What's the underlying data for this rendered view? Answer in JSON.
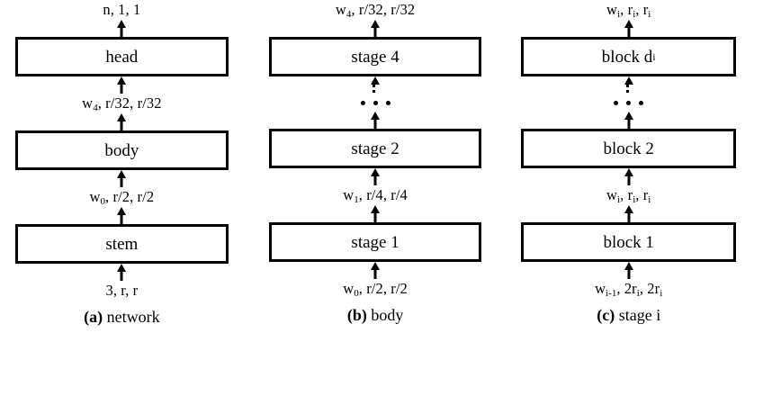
{
  "figure": {
    "background": "#ffffff",
    "stroke": "#000000",
    "columns": [
      {
        "id": "network",
        "caption_tag": "(a)",
        "caption_text": " network",
        "top_label": {
          "pre": "n, 1, 1",
          "sub": "",
          "post": ""
        },
        "rows": [
          {
            "kind": "box",
            "name": "head-box",
            "text": "head",
            "sub": "",
            "after": ""
          },
          {
            "kind": "label",
            "name": "label-body-out",
            "pre": "w",
            "sub": "4",
            "post": ", r/32, r/32"
          },
          {
            "kind": "box",
            "name": "body-box",
            "text": "body",
            "sub": "",
            "after": ""
          },
          {
            "kind": "label",
            "name": "label-stem-out",
            "pre": "w",
            "sub": "0",
            "post": ", r/2, r/2"
          },
          {
            "kind": "box",
            "name": "stem-box",
            "text": "stem",
            "sub": "",
            "after": ""
          }
        ],
        "bottom_label": {
          "pre": "3, r, r",
          "sub": "",
          "post": ""
        }
      },
      {
        "id": "body",
        "caption_tag": "(b)",
        "caption_text": " body",
        "top_label": {
          "pre": "w",
          "sub": "4",
          "post": ", r/32, r/32"
        },
        "rows": [
          {
            "kind": "box",
            "name": "stage-4-box",
            "text": "stage 4",
            "sub": "",
            "after": ""
          },
          {
            "kind": "dotted",
            "name": "dotted-arrow-stage4"
          },
          {
            "kind": "dots",
            "name": "ellipsis-stages"
          },
          {
            "kind": "box",
            "name": "stage-2-box",
            "text": "stage 2",
            "sub": "",
            "after": ""
          },
          {
            "kind": "label",
            "name": "label-stage1-out",
            "pre": "w",
            "sub": "1",
            "post": ", r/4, r/4"
          },
          {
            "kind": "box",
            "name": "stage-1-box",
            "text": "stage 1",
            "sub": "",
            "after": ""
          }
        ],
        "bottom_label": {
          "pre": "w",
          "sub": "0",
          "post": ", r/2, r/2"
        }
      },
      {
        "id": "stage-i",
        "caption_tag": "(c)",
        "caption_text": " stage i",
        "top_label": {
          "pre": "w",
          "sub": "i",
          "post": ", r",
          "sub2": "i",
          "post2": ", r",
          "sub3": "i"
        },
        "rows": [
          {
            "kind": "box",
            "name": "block-di-box",
            "text": "block d",
            "sub": "i",
            "after": ""
          },
          {
            "kind": "dotted",
            "name": "dotted-arrow-blockdi"
          },
          {
            "kind": "dots",
            "name": "ellipsis-blocks"
          },
          {
            "kind": "box",
            "name": "block-2-box",
            "text": "block 2",
            "sub": "",
            "after": ""
          },
          {
            "kind": "label",
            "name": "label-block1-out",
            "pre": "w",
            "sub": "i",
            "post": ", r",
            "sub2": "i",
            "post2": ", r",
            "sub3": "i"
          },
          {
            "kind": "box",
            "name": "block-1-box",
            "text": "block 1",
            "sub": "",
            "after": ""
          }
        ],
        "bottom_label": {
          "pre": "w",
          "sub": "i-1",
          "post": ", 2r",
          "sub2": "i",
          "post2": ", 2r",
          "sub3": "i"
        }
      }
    ]
  }
}
